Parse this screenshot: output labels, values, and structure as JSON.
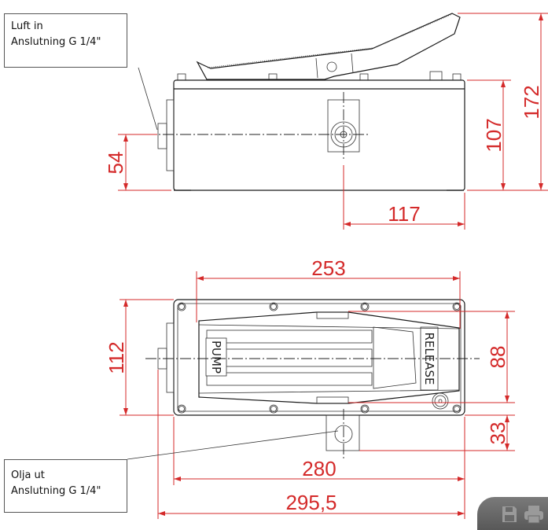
{
  "callouts": {
    "air_in": {
      "line1": "Luft in",
      "line2": "Anslutning G 1/4\""
    },
    "oil_out": {
      "line1": "Olja ut",
      "line2": "Anslutning G 1/4\""
    }
  },
  "side_view": {
    "dims": {
      "inlet_height": "54",
      "body_height": "107",
      "total_height": "172",
      "outlet_offset": "117"
    }
  },
  "top_view": {
    "dims": {
      "pedal_length": "253",
      "body_width": "112",
      "pedal_width": "88",
      "outlet_depth": "33",
      "body_length": "280",
      "total_length": "295,5"
    },
    "engravings": {
      "pump": "PUMP",
      "release": "RELEASE"
    }
  },
  "toolbar": {
    "save_icon": "save-icon",
    "print_icon": "print-icon"
  },
  "colors": {
    "dimension": "#d42a2a",
    "outline": "#1a1a1a"
  }
}
